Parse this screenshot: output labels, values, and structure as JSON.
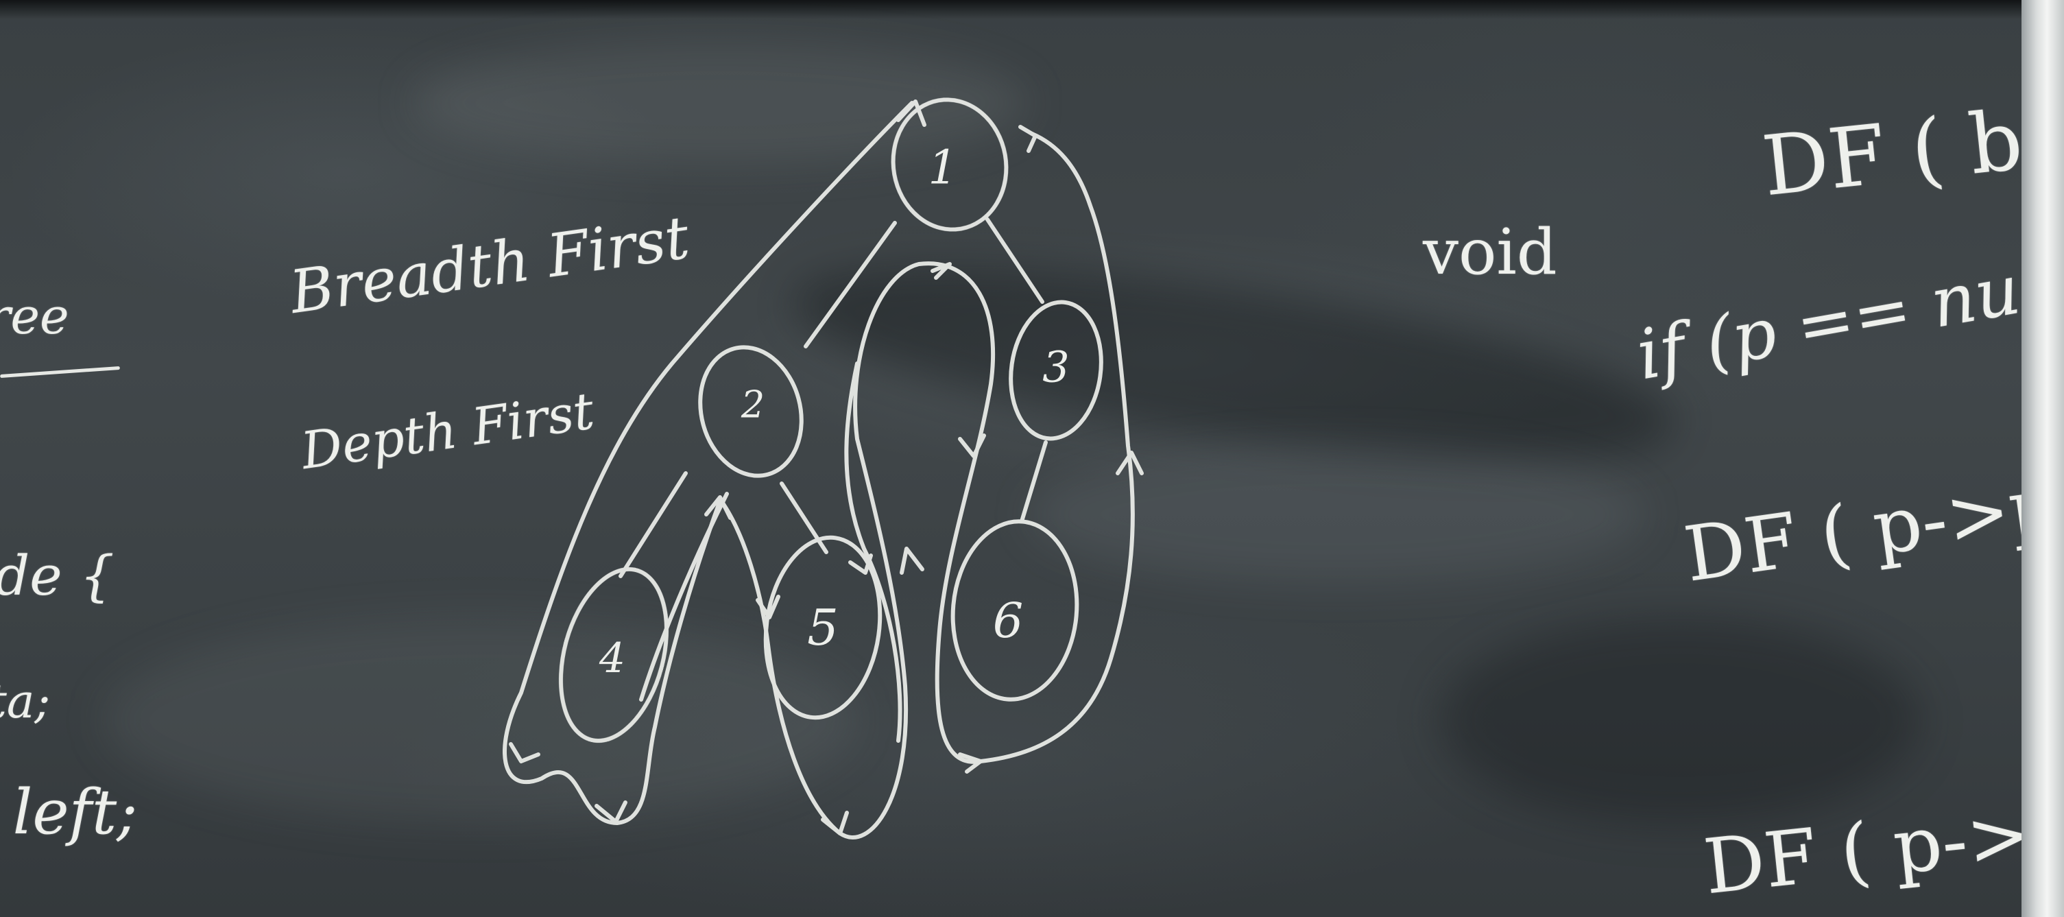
{
  "left_edge_text": [
    "tree",
    "de {",
    "ata;",
    "* left;"
  ],
  "labels": {
    "breadth_first": "Breadth First",
    "depth_first": "Depth First"
  },
  "tree": {
    "nodes": [
      {
        "id": "1",
        "label": "1"
      },
      {
        "id": "2",
        "label": "2"
      },
      {
        "id": "3",
        "label": "3"
      },
      {
        "id": "4",
        "label": "4"
      },
      {
        "id": "5",
        "label": "5"
      },
      {
        "id": "6",
        "label": "6"
      }
    ],
    "edges": [
      [
        "1",
        "2"
      ],
      [
        "1",
        "3"
      ],
      [
        "2",
        "4"
      ],
      [
        "2",
        "5"
      ],
      [
        "3",
        "6"
      ]
    ]
  },
  "code": {
    "line1_keyword": "void",
    "line1_call": "DF ( b",
    "line2": "if (p == nu",
    "line3": "DF ( p->p",
    "line4": "DF ( p->"
  },
  "colors": {
    "chalk": "#eef0ec",
    "board": "#3d4346",
    "rail": "#e6e8e7"
  }
}
